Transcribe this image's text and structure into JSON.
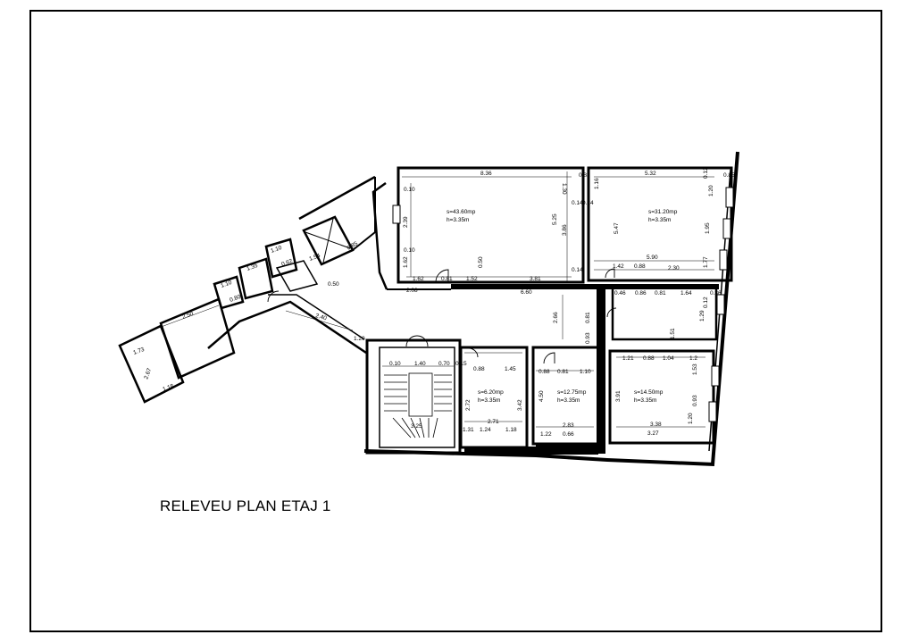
{
  "title": "RELEVEU PLAN ETAJ 1",
  "rooms": [
    {
      "area": "s=43.60mp",
      "height": "h=3.35m"
    },
    {
      "area": "s=31.20mp",
      "height": "h=3.35m"
    },
    {
      "area": "s=6.20mp",
      "height": "h=3.35m"
    },
    {
      "area": "s=12.75mp",
      "height": "h=3.35m"
    },
    {
      "area": "s=14.50mp",
      "height": "h=3.35m"
    }
  ],
  "dimensions": [
    "8.36",
    "1.30",
    "0.83",
    "5.32",
    "0.12",
    "0.85",
    "0.10",
    "2.39",
    "5.25",
    "3.86",
    "0.14",
    "0.24",
    "1.16",
    "5.47",
    "1.95",
    "1.20",
    "0.10",
    "1.62",
    "1.62",
    "0.50",
    "0.14",
    "1.42",
    "0.88",
    "2.30",
    "5.90",
    "1.77",
    "2.08",
    "0.81",
    "1.52",
    "3.81",
    "6.60",
    "0.46",
    "0.86",
    "0.81",
    "1.64",
    "0.36",
    "2.66",
    "0.81",
    "0.93",
    "0.12",
    "1.29",
    "1.51",
    "1.21",
    "0.88",
    "1.04",
    "1.2",
    "1.53",
    "3.91",
    "0.93",
    "3.38",
    "1.20",
    "3.27",
    "0.88",
    "0.81",
    "1.10",
    "4.50",
    "2.83",
    "1.22",
    "0.66",
    "0.88",
    "1.45",
    "2.72",
    "3.42",
    "2.71",
    "1.31",
    "1.24",
    "1.18",
    "1.40",
    "0.70",
    "0.15",
    "0.10",
    "3.25",
    "2.40",
    "1.20",
    "2.50",
    "1.73",
    "2.67",
    "1.18",
    "1.10",
    "1.35",
    "1.10",
    "1.54",
    "0.50",
    "0.85",
    "0.62",
    "0.80"
  ]
}
